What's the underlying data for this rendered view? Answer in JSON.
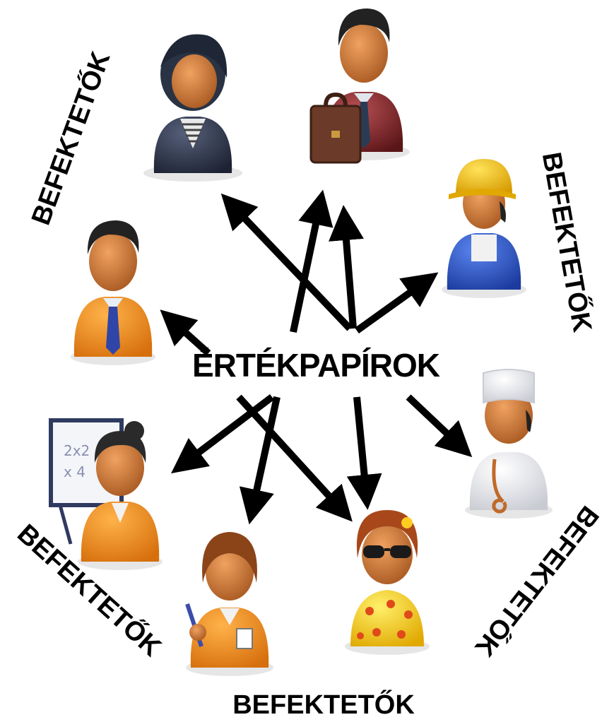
{
  "center": {
    "label": "ÉRTÉKPAPÍROK"
  },
  "investor_labels": [
    {
      "text": "BEFEKTETŐK"
    },
    {
      "text": "BEFEKTETŐK"
    },
    {
      "text": "BEFEKTETŐK"
    },
    {
      "text": "BEFEKTETŐK"
    },
    {
      "text": "BEFEKTETŐK"
    }
  ],
  "people": [
    {
      "role": "woman-hooded-icon"
    },
    {
      "role": "businessman-briefcase-icon"
    },
    {
      "role": "construction-worker-icon"
    },
    {
      "role": "office-man-icon"
    },
    {
      "role": "doctor-icon"
    },
    {
      "role": "teacher-icon"
    },
    {
      "role": "woman-writer-icon"
    },
    {
      "role": "woman-sunglasses-icon"
    }
  ],
  "colors": {
    "skin": "#c87535",
    "hair_dark": "#2a2a2a",
    "hair_auburn": "#8a4418",
    "orange_suit": "#f08a1c",
    "blue_worker": "#2a55c8",
    "helmet": "#f4c419",
    "burgundy_suit": "#8a2b2e",
    "navy_coat": "#2c3448",
    "white_coat": "#f1f1f4",
    "yellow_dress": "#f7d21a"
  }
}
